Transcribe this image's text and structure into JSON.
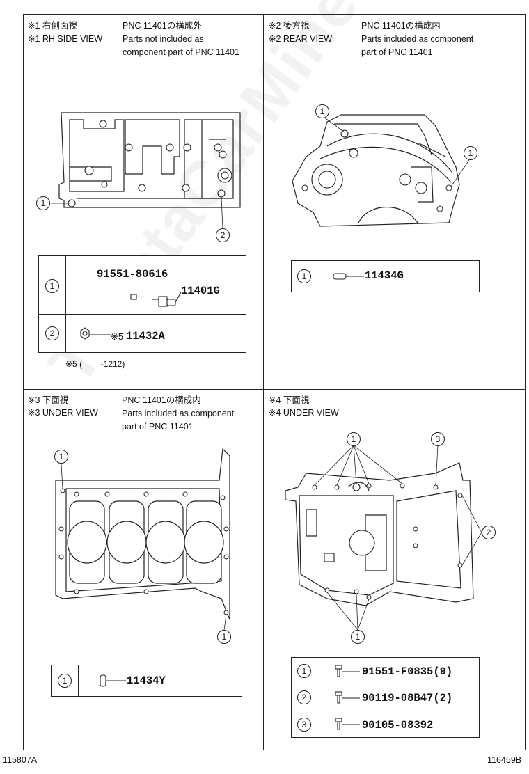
{
  "watermark": "ToyotaCarMiner.ru",
  "panels": {
    "rh_side": {
      "title_jp": "※1 右側面視",
      "title_en": "※1 RH SIDE VIEW",
      "pnc_text": "PNC 11401の構成外\nParts not included as\ncomponent part of PNC 11401",
      "callouts": [
        "1",
        "2"
      ],
      "table": [
        {
          "ref": "1",
          "part_a": "91551-80616",
          "part_b": "11401G"
        },
        {
          "ref": "2",
          "prefix": "※5",
          "part": "11432A"
        }
      ],
      "footnote": "※5 (        -1212)"
    },
    "rear": {
      "title_jp": "※2 後方視",
      "title_en": "※2 REAR VIEW",
      "pnc_text": "PNC 11401の構成内\nParts included as component\npart of PNC 11401",
      "callouts": [
        "1",
        "1"
      ],
      "table": [
        {
          "ref": "1",
          "part": "11434G"
        }
      ]
    },
    "under3": {
      "title_jp": "※3 下面視",
      "title_en": "※3 UNDER VIEW",
      "pnc_text": "PNC 11401の構成内\nParts included as component\npart of PNC 11401",
      "callouts": [
        "1",
        "1"
      ],
      "table": [
        {
          "ref": "1",
          "part": "11434Y"
        }
      ]
    },
    "under4": {
      "title_jp": "※4 下面視",
      "title_en": "※4 UNDER VIEW",
      "callouts": [
        "1",
        "3",
        "2",
        "1"
      ],
      "table": [
        {
          "ref": "1",
          "part": "91551-F0835(9)"
        },
        {
          "ref": "2",
          "part": "90119-08B47(2)"
        },
        {
          "ref": "3",
          "part": "90105-08392"
        }
      ]
    }
  },
  "footer": {
    "left_code": "115807A",
    "right_code": "116459B"
  }
}
